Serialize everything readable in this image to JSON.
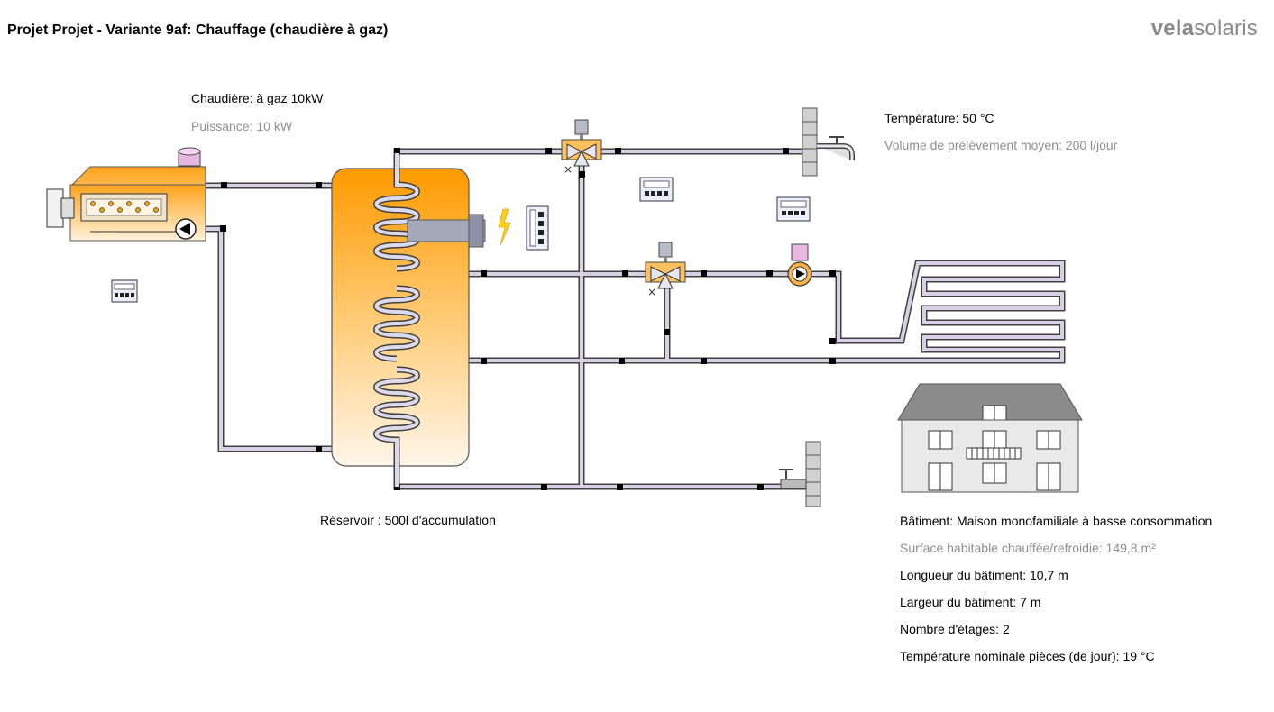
{
  "header": {
    "title": "Projet Projet - Variante 9af: Chauffage (chaudière à gaz)",
    "brand_bold": "vela",
    "brand_light": "solaris"
  },
  "boiler": {
    "label": "Chaudière: à gaz 10kW",
    "power": "Puissance: 10 kW"
  },
  "tank": {
    "label": "Réservoir : 500l d'accumulation"
  },
  "hot_water": {
    "temperature": "Température: 50 °C",
    "volume": "Volume de prélèvement moyen: 200 l/jour"
  },
  "building": {
    "type": "Bâtiment: Maison monofamiliale à basse consommation",
    "area": "Surface habitable chauffée/refroidie: 149,8 m²",
    "length": "Longueur du bâtiment: 10,7 m",
    "width": "Largeur du bâtiment: 7 m",
    "floors": "Nombre d'étages: 2",
    "temperature": "Température nominale pièces (de jour): 19 °C"
  },
  "colors": {
    "pipe": "#d6d2e4",
    "pipe_outline": "#404040",
    "tank_top": "#ff9a00",
    "tank_bottom": "#fff6e6",
    "boiler_orange": "#ffb84d",
    "roof": "#8c8c8c"
  },
  "icons": [
    "boiler-icon",
    "pump-icon",
    "controller-icon",
    "electric-heater-icon",
    "mixing-valve-icon",
    "tap-icon",
    "floor-heating-icon",
    "house-icon"
  ]
}
